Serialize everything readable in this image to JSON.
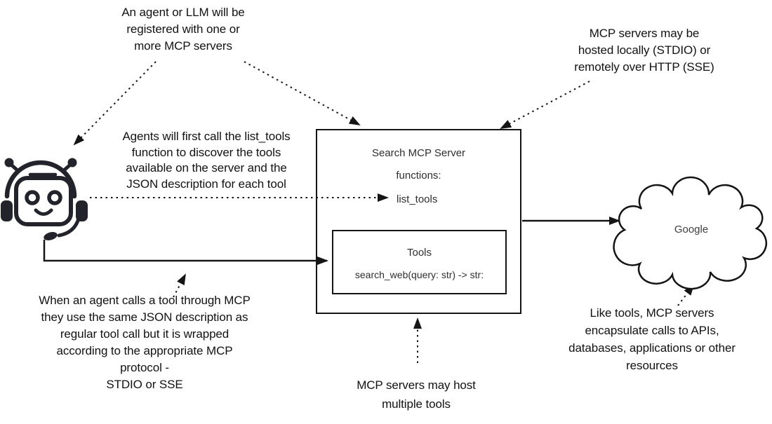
{
  "title": "MCP architecture diagram",
  "colors": {
    "ink": "#151515",
    "background": "#ffffff",
    "box_text": "#2e2e2e",
    "cloud_text": "#3d3d3d"
  },
  "annotations": {
    "agent_registration": "An agent or LLM will be\nregistered with one or\nmore MCP servers",
    "hosting": "MCP servers may be\nhosted locally (STDIO) or\nremotely over HTTP (SSE)",
    "list_tools_discovery": "Agents will first call the list_tools\nfunction to discover the tools\navailable on the server and the\nJSON description for each tool",
    "tool_call_wrapping": "When an agent calls a tool through MCP\nthey use the same JSON description as\nregular tool call but it is wrapped\naccording to the appropriate MCP\nprotocol -\nSTDIO or SSE",
    "multiple_tools": "MCP servers may host\nmultiple tools",
    "encapsulation": "Like tools, MCP servers\nencapsulate calls to APIs,\ndatabases, applications or other\nresources"
  },
  "server_box": {
    "title": "Search MCP Server",
    "functions_label": "functions:",
    "function_name": "list_tools",
    "tools_box": {
      "title": "Tools",
      "tool_signature": "search_web(query: str) -> str:"
    }
  },
  "cloud": {
    "label": "Google"
  },
  "icons": {
    "robot": "robot-agent-icon",
    "cloud": "google-cloud-shape",
    "arrowhead": "filled-triangle"
  }
}
